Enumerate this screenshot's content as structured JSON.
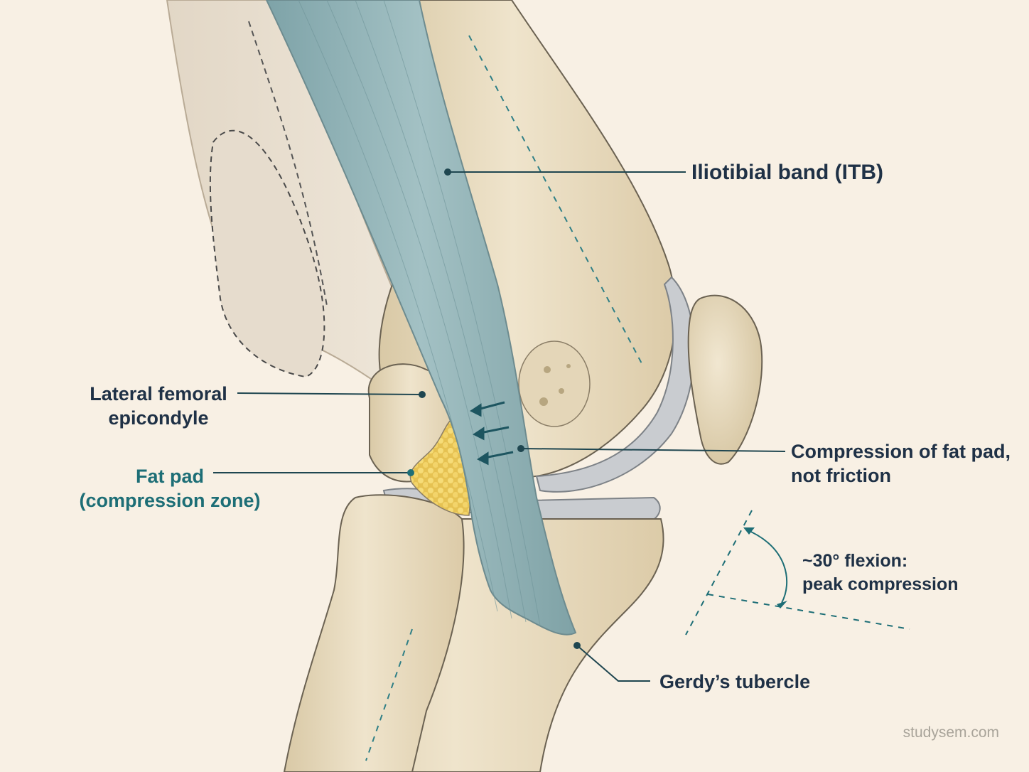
{
  "labels": {
    "itb": "Iliotibial band (ITB)",
    "lateral_epicondyle": [
      "Lateral femoral",
      "epicondyle"
    ],
    "fat_pad": [
      "Fat pad",
      "(compression zone)"
    ],
    "compression": [
      "Compression of fat pad,",
      "not friction"
    ],
    "flexion": [
      "~30°  flexion:",
      "peak compression"
    ],
    "gerdy": "Gerdy’s tubercle"
  },
  "watermark": "studysem.com",
  "colors": {
    "background": "#f8f0e4",
    "bone": "#e9dcc0",
    "itb_band": "#8fb1b5",
    "fat_pad": "#f0d46a",
    "cartilage": "#c9ccd0",
    "label_text": "#1f3146",
    "accent_teal": "#1d6e76"
  }
}
